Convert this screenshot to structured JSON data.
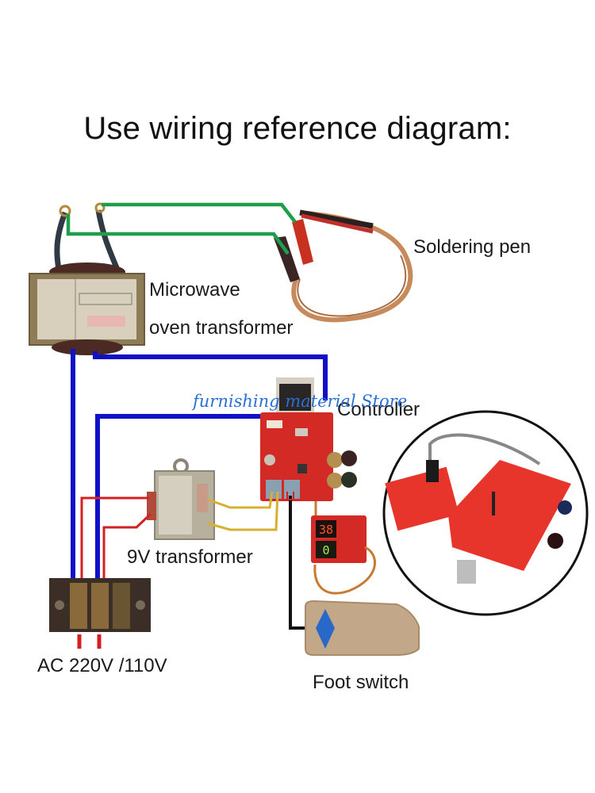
{
  "title": "Use wiring reference diagram:",
  "watermark": "furnishing material Store",
  "components": {
    "soldering_pen": {
      "label": "Soldering pen"
    },
    "microwave_transformer": {
      "label_line1": "Microwave",
      "label_line2": "oven transformer"
    },
    "controller": {
      "label": "Controller",
      "display_top": "38",
      "display_bottom": "0"
    },
    "nine_volt_transformer": {
      "label": "9V transformer"
    },
    "foot_switch": {
      "label": "Foot switch"
    },
    "power_terminal": {
      "label": "AC 220V /110V"
    }
  },
  "wire_colors": {
    "green": "#1e9e4a",
    "blue": "#1010c8",
    "red": "#d42020",
    "yellow": "#d8b030",
    "black": "#111111",
    "copper": "#c78a5a"
  }
}
